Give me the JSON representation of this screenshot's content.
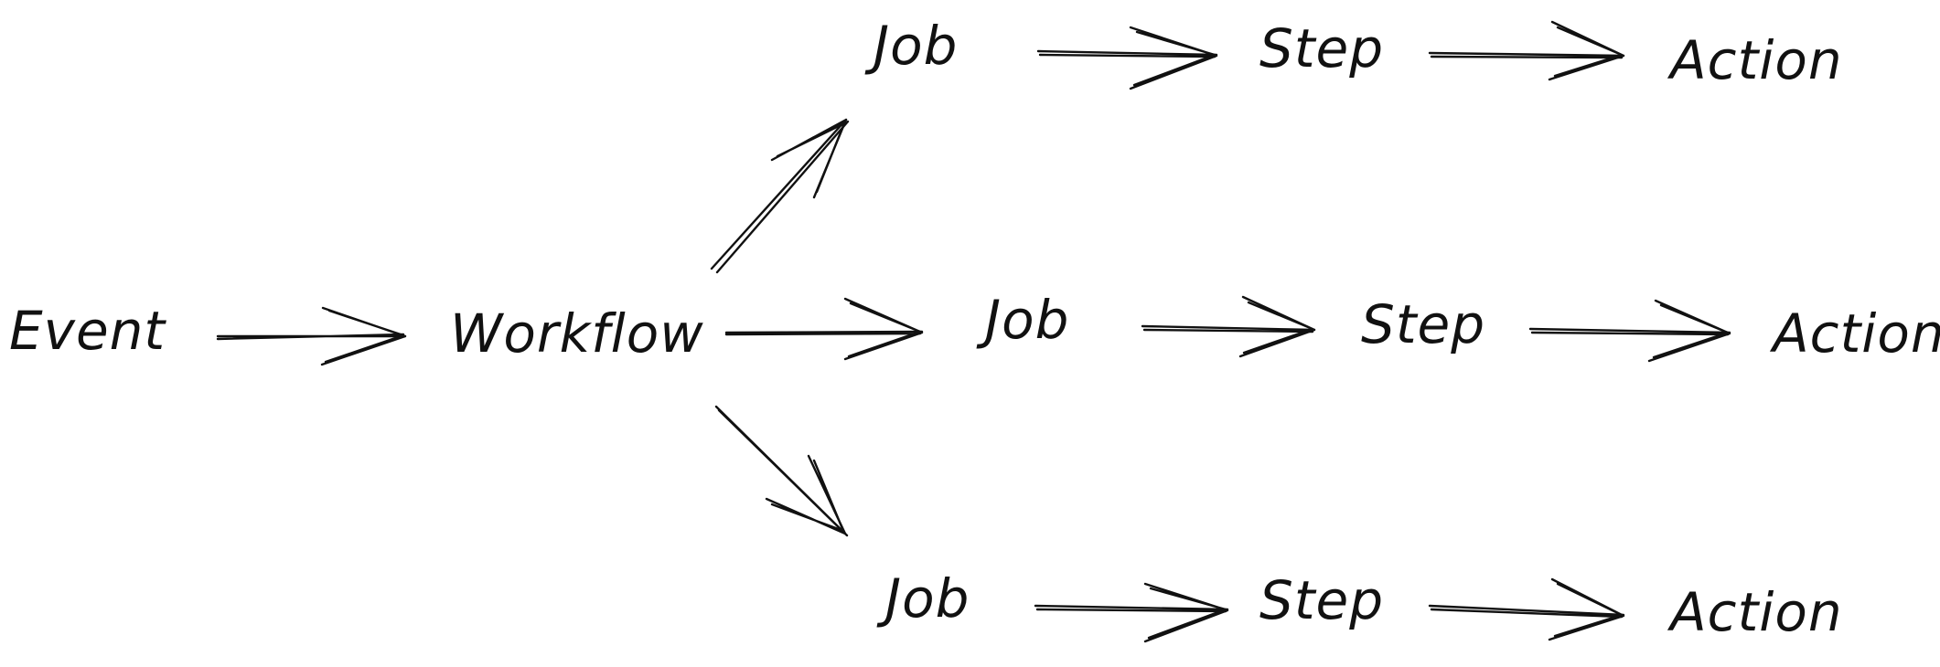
{
  "diagram": {
    "nodes": {
      "event": "Event",
      "workflow": "Workflow",
      "job_top": "Job",
      "step_top": "Step",
      "action_top": "Action",
      "job_middle": "Job",
      "step_middle": "Step",
      "action_middle": "Action",
      "job_bottom": "Job",
      "step_bottom": "Step",
      "action_bottom": "Action"
    },
    "edges": [
      {
        "from": "event",
        "to": "workflow"
      },
      {
        "from": "workflow",
        "to": "job_top"
      },
      {
        "from": "workflow",
        "to": "job_middle"
      },
      {
        "from": "workflow",
        "to": "job_bottom"
      },
      {
        "from": "job_top",
        "to": "step_top"
      },
      {
        "from": "step_top",
        "to": "action_top"
      },
      {
        "from": "job_middle",
        "to": "step_middle"
      },
      {
        "from": "step_middle",
        "to": "action_middle"
      },
      {
        "from": "job_bottom",
        "to": "step_bottom"
      },
      {
        "from": "step_bottom",
        "to": "action_bottom"
      }
    ],
    "colors": {
      "ink": "#111111",
      "background": "#ffffff"
    }
  }
}
